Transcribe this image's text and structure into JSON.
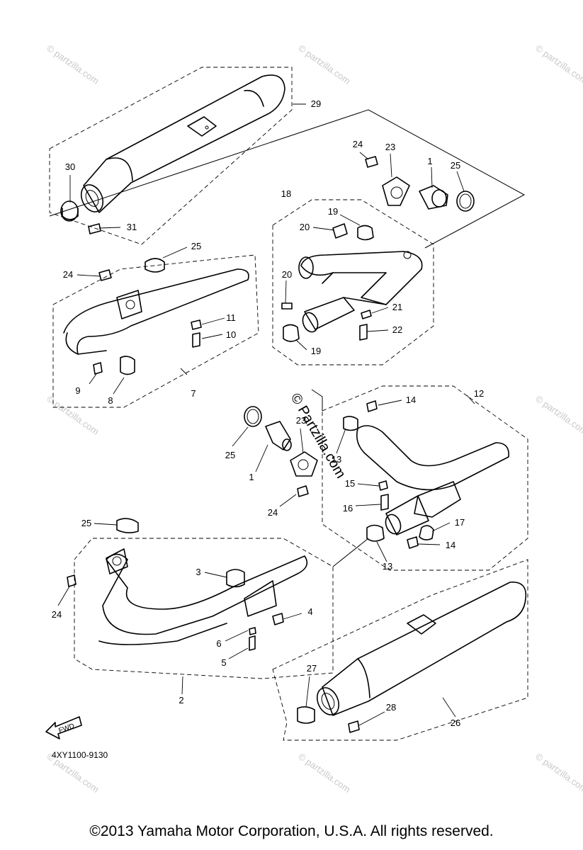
{
  "diagram_code": "4XY1100-9130",
  "fwd_label": "FWD",
  "watermark": "© Partzilla.com",
  "watermark_small": "© partzilla.com",
  "copyright": "©2013  Yamaha Motor Corporation, U.S.A. All rights reserved.",
  "callouts": {
    "c1a": "1",
    "c1b": "1",
    "c2": "2",
    "c3": "3",
    "c4": "4",
    "c5": "5",
    "c6": "6",
    "c7": "7",
    "c8": "8",
    "c9": "9",
    "c10": "10",
    "c11": "11",
    "c12": "12",
    "c13a": "13",
    "c13b": "13",
    "c14a": "14",
    "c14b": "14",
    "c15": "15",
    "c16": "16",
    "c17": "17",
    "c18": "18",
    "c19a": "19",
    "c19b": "19",
    "c20a": "20",
    "c20b": "20",
    "c21": "21",
    "c22": "22",
    "c23a": "23",
    "c23b": "23",
    "c24a": "24",
    "c24b": "24",
    "c24c": "24",
    "c24d": "24",
    "c25a": "25",
    "c25b": "25",
    "c25c": "25",
    "c25d": "25",
    "c26": "26",
    "c27": "27",
    "c28": "28",
    "c29": "29",
    "c30": "30",
    "c31": "31"
  }
}
